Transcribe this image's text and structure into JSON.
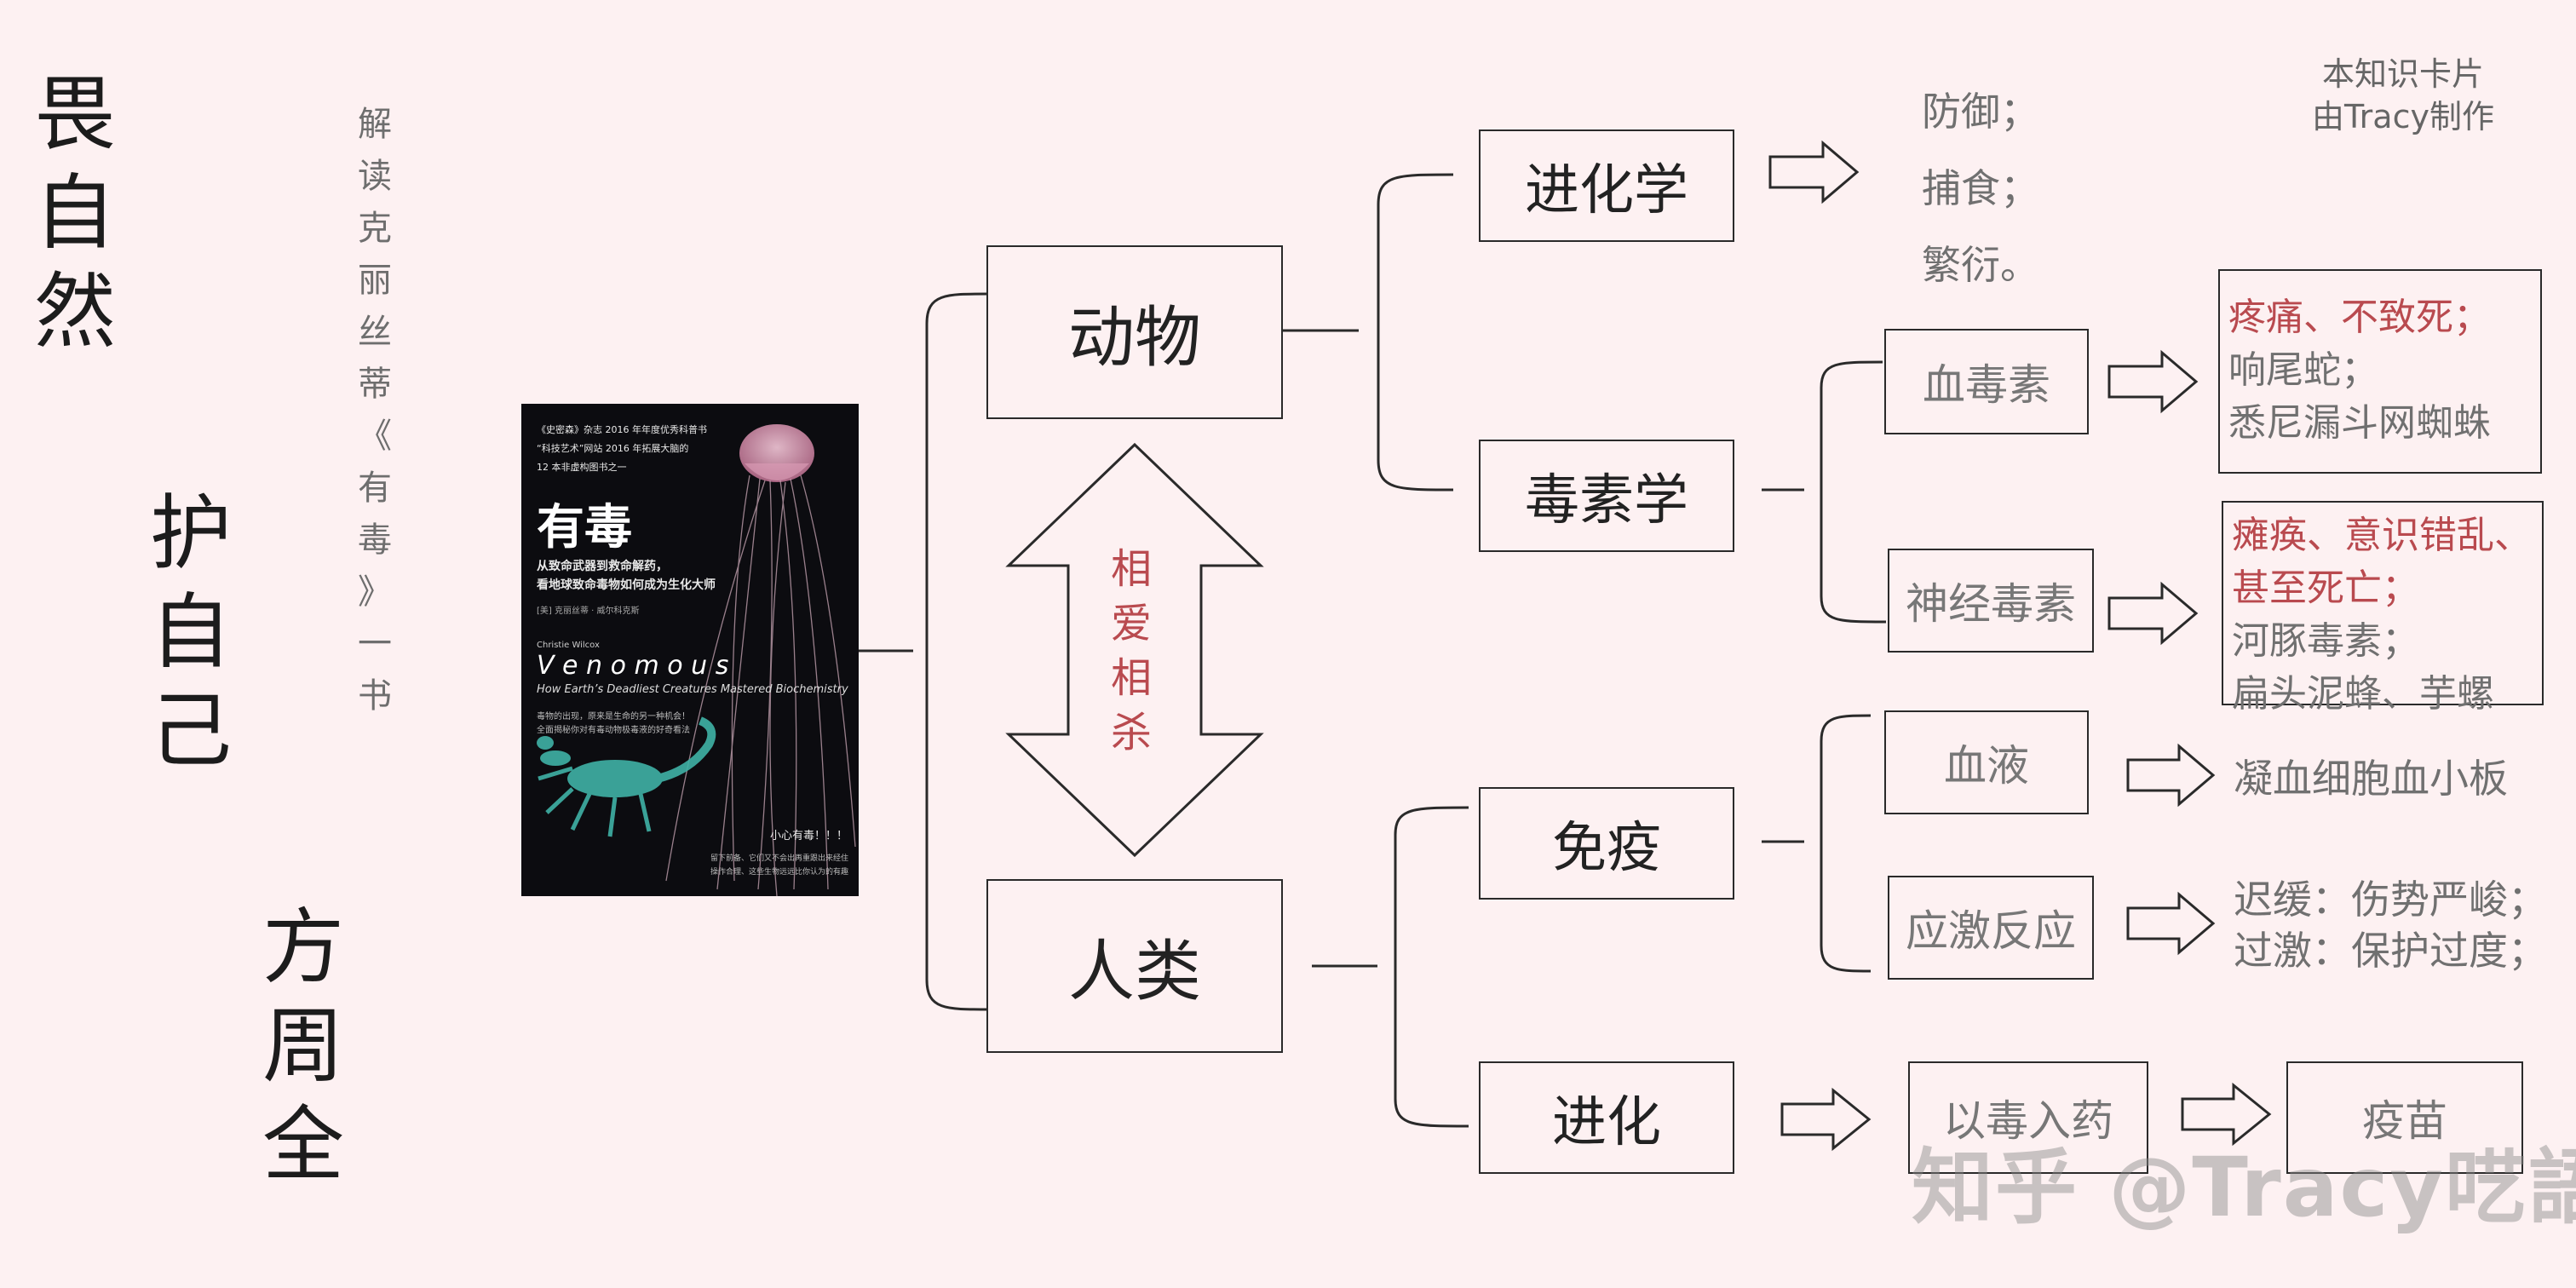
{
  "theme": {
    "title_chars": [
      "畏",
      "自",
      "然"
    ],
    "subtitle_chars": [
      "解",
      "读",
      "克",
      "丽",
      "丝",
      "蒂",
      "《",
      "有",
      "毒",
      "》",
      "一",
      "书"
    ],
    "column2_chars": [
      "护",
      "自",
      "己"
    ],
    "column3_chars": [
      "方",
      "周",
      "全"
    ]
  },
  "book": {
    "line1": "《史密森》杂志 2016 年年度优秀科普书",
    "line2": "“科技艺术”网站 2016 年拓展大脑的",
    "line3": "12 本非虚构图书之一",
    "title_cn": "有毒",
    "subtitle_cn_1": "从致命武器到救命解药，",
    "subtitle_cn_2": "看地球致命毒物如何成为生化大师",
    "author_line": "[美] 克丽丝蒂 · 威尔科克斯",
    "author_en": "Christie Wilcox",
    "title_en": "V e n o m o u s",
    "subtitle_en": "How Earth’s Deadliest Creatures Mastered Biochemistry",
    "blurb_1": "毒物的出现，原来是生命的另一种机会！",
    "blurb_2": "全面揭秘你对有毒动物极毒液的好奇看法",
    "warning": "小心有毒！！！",
    "tail_1": "留下前备、它们又不会出再重跟出来经住",
    "tail_2": "操作合理、这些生物远远比你认为的有趣"
  },
  "nodes": {
    "animal": "动物",
    "human": "人类",
    "love_kill": [
      "相",
      "爱",
      "相",
      "杀"
    ],
    "evolution_study": "进化学",
    "toxicology": "毒素学",
    "immunity": "免疫",
    "evolution": "进化",
    "hemotoxin": "血毒素",
    "neurotoxin": "神经毒素",
    "blood": "血液",
    "stress": "应激反应",
    "medicine": "以毒入药",
    "vaccine": "疫苗"
  },
  "evolution_purposes": [
    "防御；",
    "捕食；",
    "繁衍。"
  ],
  "hemotoxin_detail": {
    "highlight": "疼痛、不致死；",
    "items": [
      "响尾蛇；",
      "悉尼漏斗网蜘蛛"
    ]
  },
  "neurotoxin_detail": {
    "highlight": [
      "瘫痪、意识错乱、",
      "甚至死亡；"
    ],
    "items": [
      "河豚毒素；",
      "扁头泥蜂、芋螺"
    ]
  },
  "blood_detail": "凝血细胞血小板",
  "stress_detail": [
    "迟缓：伤势严峻；",
    "过激：保护过度；"
  ],
  "card_label": [
    "本知识卡片",
    "由Tracy制作"
  ],
  "watermark": "知乎 @Tracy呓語",
  "colors": {
    "accent_red": "#b94a4f",
    "background": "#fdf1f2"
  }
}
